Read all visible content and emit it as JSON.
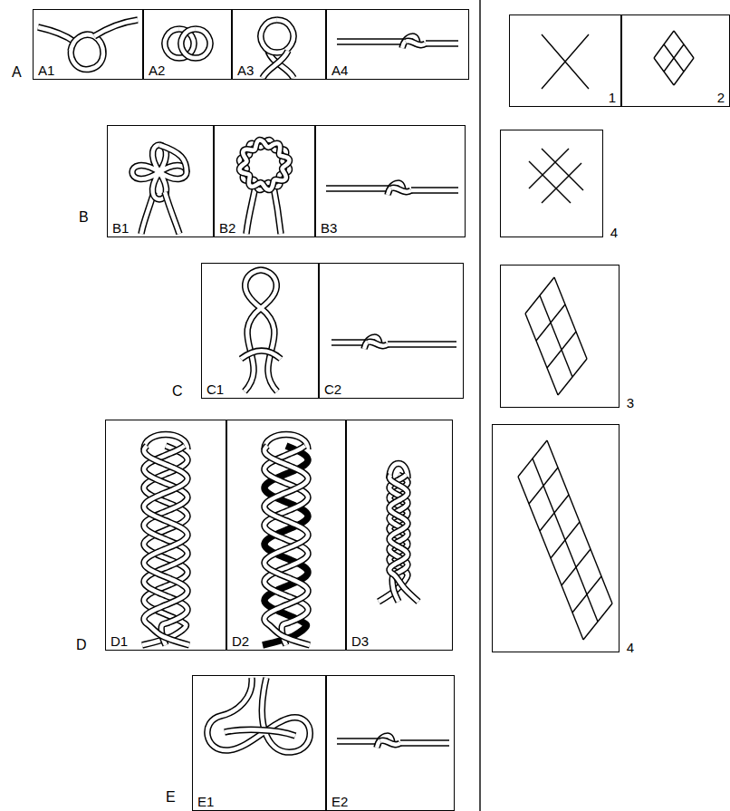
{
  "diagram": {
    "nodes": [
      {
        "text": [
          "A1"
        ]
      },
      {
        "text": [
          "A2"
        ]
      },
      {
        "text": [
          "A3"
        ]
      },
      {
        "text": [
          "A4"
        ]
      },
      {
        "text": [
          "B1"
        ]
      },
      {
        "text": [
          "B2"
        ]
      },
      {
        "text": [
          "B3"
        ]
      },
      {
        "text": [
          "C1"
        ]
      },
      {
        "text": [
          "C2"
        ]
      },
      {
        "text": [
          "D1"
        ]
      },
      {
        "text": [
          "D2"
        ]
      },
      {
        "text": [
          "D3"
        ]
      },
      {
        "text": [
          "E1"
        ]
      },
      {
        "text": [
          "E2"
        ]
      },
      {
        "text": [
          "1"
        ]
      },
      {
        "text": [
          "2"
        ]
      },
      {
        "text": [
          "4"
        ]
      },
      {
        "text": [
          "3"
        ]
      },
      {
        "text": [
          "4"
        ]
      }
    ],
    "labels": [
      "A",
      "B",
      "C",
      "D",
      "E"
    ]
  }
}
